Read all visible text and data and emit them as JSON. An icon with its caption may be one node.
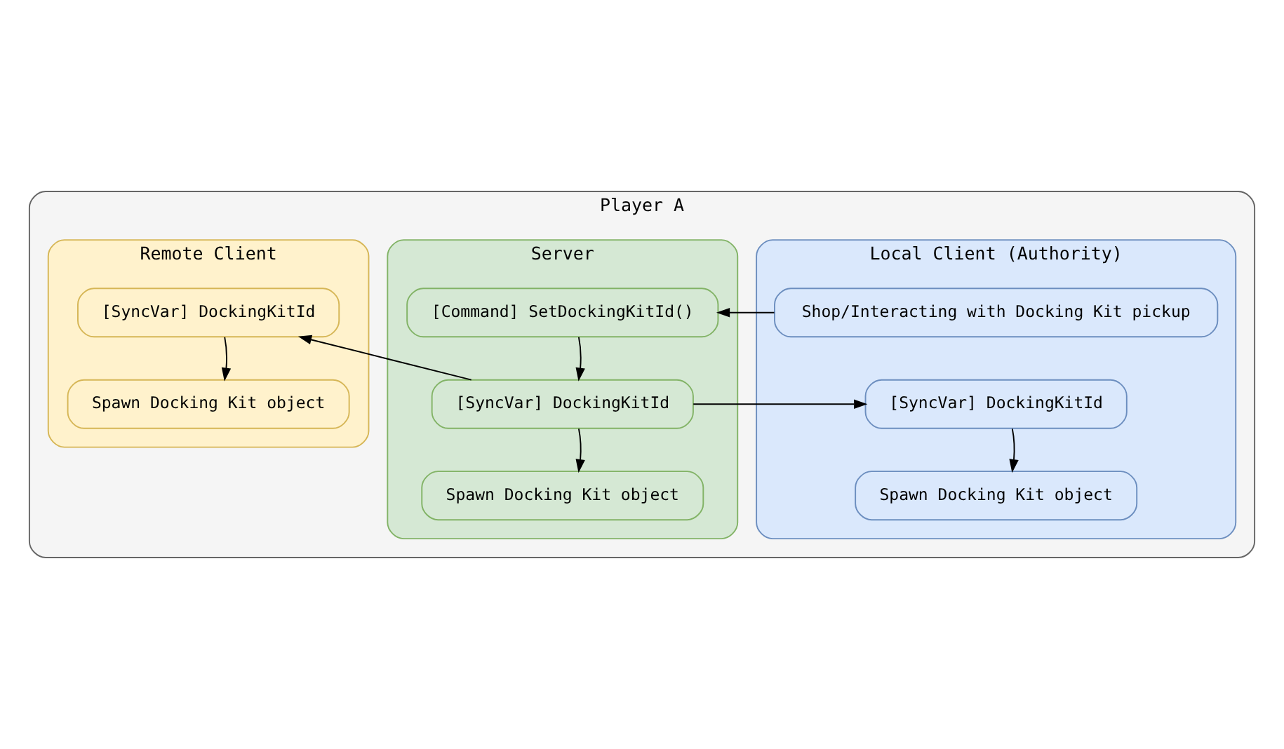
{
  "diagram": {
    "nodes": [
      {
        "text": [
          "Player A"
        ]
      },
      {
        "text": [
          "Local Client (Authority)"
        ],
        "in": 0
      },
      {
        "text": [
          "Server"
        ],
        "in": 0
      },
      {
        "text": [
          "Remote Client"
        ],
        "in": 0
      },
      {
        "text": [
          "Shop/Interacting with Docking Kit pickup"
        ],
        "in": 1
      },
      {
        "text": [
          "[SyncVar] DockingKitId"
        ],
        "in": 1
      },
      {
        "text": [
          "Spawn Docking Kit object"
        ],
        "in": 1
      },
      {
        "text": [
          "[Command] SetDockingKitId()"
        ],
        "in": 2
      },
      {
        "text": [
          "[SyncVar] DockingKitId"
        ],
        "in": 2
      },
      {
        "text": [
          "Spawn Docking Kit object"
        ],
        "in": 2
      },
      {
        "text": [
          "[SyncVar] DockingKitId"
        ],
        "in": 3
      },
      {
        "text": [
          "Spawn Docking Kit object"
        ],
        "in": 3
      }
    ],
    "edges": [
      {
        "from": 4,
        "to": 7,
        "arrow": "to"
      },
      {
        "from": 7,
        "to": 8,
        "arrow": "to"
      },
      {
        "from": 8,
        "to": 5,
        "arrow": "to"
      },
      {
        "from": 8,
        "to": 10,
        "arrow": "to"
      },
      {
        "from": 5,
        "to": 6,
        "arrow": "to"
      },
      {
        "from": 8,
        "to": 9,
        "arrow": "to"
      },
      {
        "from": 10,
        "to": 11,
        "arrow": "to"
      }
    ]
  }
}
